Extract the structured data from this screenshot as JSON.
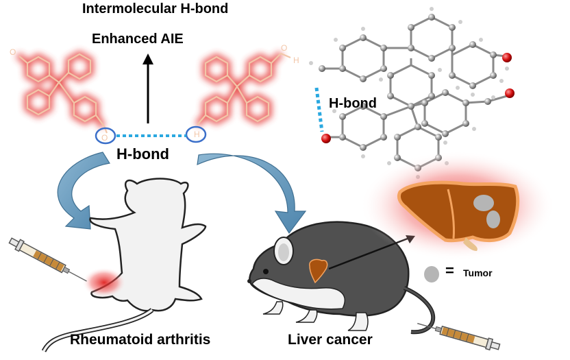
{
  "labels": {
    "title_top": "Intermolecular H-bond",
    "title_aie": "Enhanced AIE",
    "hbond_center": "H-bond",
    "hbond_crystal": "H-bond",
    "caption_left": "Rheumatoid arthritis",
    "caption_right": "Liver cancer",
    "legend_equals": "=",
    "legend_tumor": "Tumor",
    "atom_o": "O",
    "atom_h": "H"
  },
  "colors": {
    "molecule_glow": "#e53935",
    "molecule_line": "#f2c6a8",
    "hbond_dots": "#2aa8e0",
    "ring_circle": "#3b6fc9",
    "arrow_fill": "#6f9fc0",
    "liver_fill": "#a8520f",
    "liver_outline": "#f4a460",
    "tumor_gray": "#b5b5b5",
    "mouse_dark": "#505050",
    "mouse_light": "#f2f2f2",
    "red_spot": "#e0201e",
    "oxygen_red": "#d41010"
  }
}
